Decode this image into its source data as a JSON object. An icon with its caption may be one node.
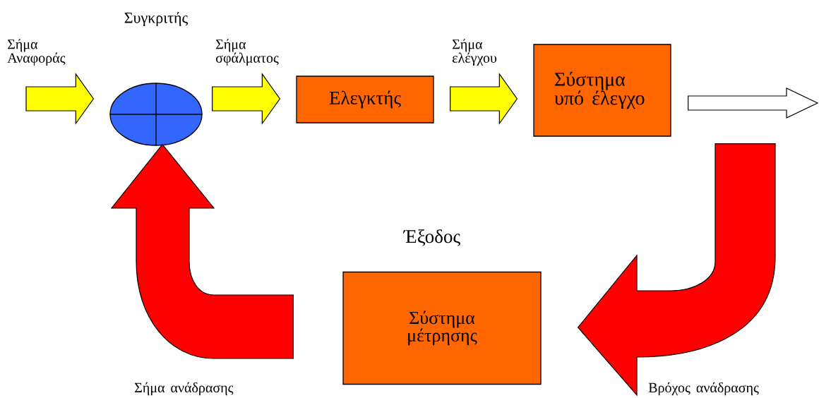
{
  "diagram": {
    "nodes": [
      {
        "text": [
          "Συγκριτής"
        ]
      },
      {
        "text": [
          "Ελεγκτής"
        ]
      },
      {
        "text": [
          "Σύστημα υπό έλεγχο"
        ]
      },
      {
        "text": [
          "Σύστημα μέτρησης"
        ]
      }
    ],
    "edges": [
      {
        "from": null,
        "to": 0,
        "arrow": "to",
        "label": "Σήμα Αναφοράς"
      },
      {
        "from": 0,
        "to": 1,
        "arrow": "to",
        "label": "Σήμα σφάλματος"
      },
      {
        "from": 1,
        "to": 2,
        "arrow": "to",
        "label": "Σήμα ελέγχου"
      },
      {
        "from": 2,
        "to": null,
        "arrow": "to",
        "color": "#ffffff"
      },
      {
        "from": 2,
        "to": 3,
        "arrow": "to",
        "color": "#ff0000"
      },
      {
        "from": 3,
        "to": 0,
        "arrow": "to",
        "color": "#ff0000"
      }
    ],
    "labels": [
      "Έξοδος",
      "Σήμα ανάδρασης",
      "Βρόχος ανάδρασης"
    ]
  }
}
